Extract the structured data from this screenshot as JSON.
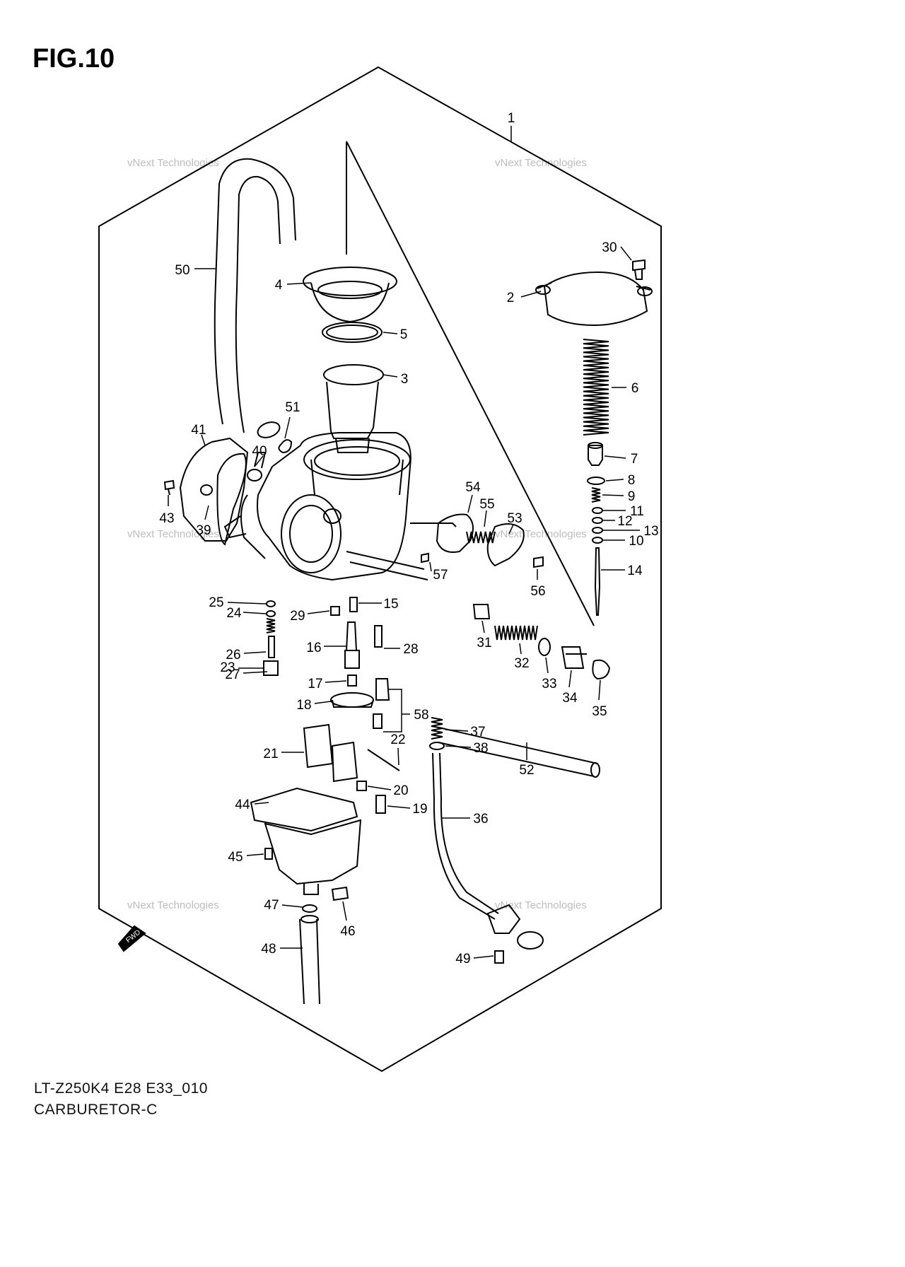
{
  "figure": {
    "title": "FIG.10",
    "caption_code": "LT-Z250K4 E28 E33_010",
    "caption_name": "CARBURETOR-C"
  },
  "watermark_text": "vNext Technologies",
  "fwd_label": "FWD",
  "callouts": [
    "1",
    "2",
    "3",
    "4",
    "5",
    "6",
    "7",
    "8",
    "9",
    "10",
    "11",
    "12",
    "13",
    "14",
    "15",
    "16",
    "17",
    "18",
    "19",
    "20",
    "21",
    "22",
    "23",
    "24",
    "25",
    "26",
    "27",
    "28",
    "29",
    "30",
    "31",
    "32",
    "33",
    "34",
    "35",
    "36",
    "37",
    "38",
    "39",
    "40",
    "41",
    "43",
    "44",
    "45",
    "46",
    "47",
    "48",
    "49",
    "50",
    "51",
    "52",
    "53",
    "54",
    "55",
    "56",
    "57",
    "58"
  ],
  "colors": {
    "line": "#000000",
    "watermark": "#bdbdbd"
  }
}
